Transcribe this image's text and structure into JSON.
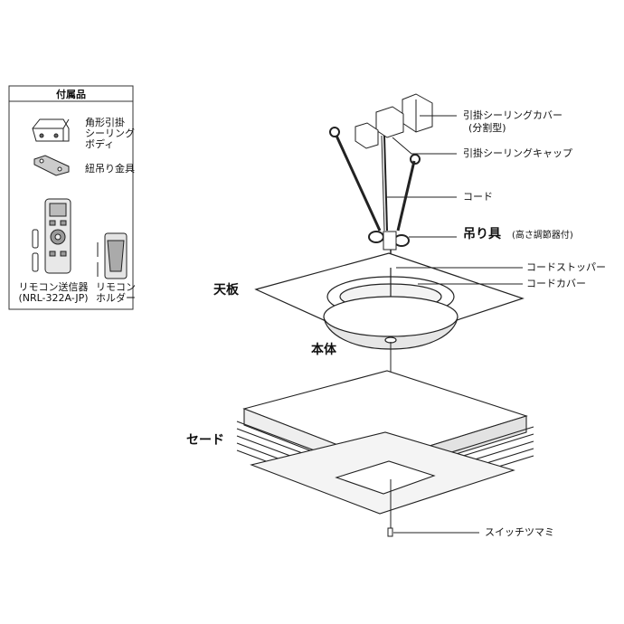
{
  "accessories": {
    "title": "付属品",
    "items": [
      {
        "name": "角形引掛\nシーリング\nボディ"
      },
      {
        "name": "紐吊り金具"
      },
      {
        "name": "リモコン送信器\n(NRL-322A-JP)"
      },
      {
        "name": "リモコン\nホルダー"
      }
    ]
  },
  "labels": {
    "ceiling_cover": "引掛シーリングカバー",
    "ceiling_cover_sub": "(分割型)",
    "ceiling_cap": "引掛シーリングキャップ",
    "cord": "コード",
    "hanger": "吊り具",
    "hanger_sub": "(高さ調節器付)",
    "cord_stopper": "コードストッパー",
    "cord_cover": "コードカバー",
    "top_plate": "天板",
    "body": "本体",
    "shade": "セード",
    "pull_switch": "スイッチツマミ"
  }
}
